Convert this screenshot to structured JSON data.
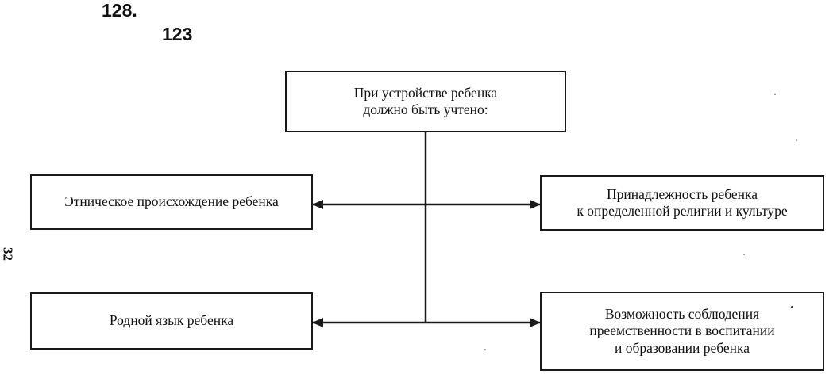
{
  "header": {
    "exercise_number": "128.",
    "answer_number": "123"
  },
  "page_number": "32",
  "diagram": {
    "root": "При устройстве ребенка\nдолжно быть учтено:",
    "left_top": "Этническое происхождение ребенка",
    "right_top": "Принадлежность ребенка\nк определенной религии и культуре",
    "left_bottom": "Родной язык ребенка",
    "right_bottom": "Возможность соблюдения\nпреемственности в воспитании\nи образовании ребенка"
  },
  "colors": {
    "ink": "#1a1a1a",
    "paper": "#ffffff"
  }
}
